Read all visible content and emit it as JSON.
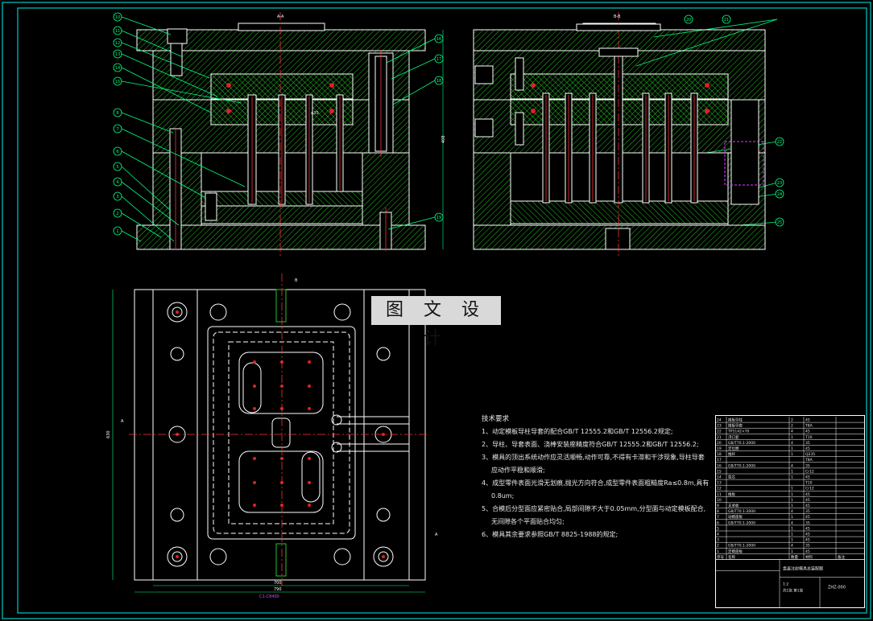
{
  "watermark": "图 文 设 计",
  "sections": {
    "front": "A-A",
    "side": "B-B"
  },
  "cut_marks": {
    "a": "A",
    "b": "B"
  },
  "dims": {
    "height": "408",
    "width_top": "700",
    "width_bottom": "790",
    "plan_left": "630",
    "plan_label": "C1-C8400",
    "front_center": "φ30"
  },
  "balloons_left": [
    "10",
    "11",
    "12",
    "13",
    "14",
    "15",
    "8",
    "7",
    "6",
    "5",
    "4",
    "3",
    "2",
    "1"
  ],
  "balloons_right_front": [
    "16",
    "17",
    "18"
  ],
  "balloons_side": [
    "20",
    "21",
    "22",
    "23",
    "24",
    "25"
  ],
  "notes": {
    "title": "技术要求",
    "items": [
      "1、动定模板导柱导套的配合GB/T 12555.2和GB/T 12556.2规定;",
      "2、导柱、导套表面、浇棒安装座精度符合GB/T 12555.2和GB/T 12556.2;",
      "3、模具的顶出系统动作应灵活顺畅,动作可靠,不得有卡滞和干涉现象,导柱导套",
      "应动作平稳和顺滑;",
      "4、成型零件表面光滑无划痕,抛光方向符合,成型零件表面粗糙度Ra≤0.8m,具有",
      "0.8um;",
      "5、合模后分型面应紧密贴合,局部间隙不大于0.05mm,分型面与动定模板配合,",
      "无间隙各个平面贴合均匀;",
      "6、模具其余要求参照GB/T 8825-1988的规定;"
    ]
  },
  "title_block": {
    "rows": [
      [
        "24",
        "推板导柱",
        "2",
        "45",
        ""
      ],
      [
        "23",
        "推板导套",
        "2",
        "T8A",
        ""
      ],
      [
        "22",
        "TP5142×70",
        "4",
        "45",
        ""
      ],
      [
        "21",
        "浇口套",
        "1",
        "T10",
        ""
      ],
      [
        "20",
        "GB/T70.1-2000",
        "4",
        "35",
        ""
      ],
      [
        "19",
        "定位圈",
        "1",
        "45",
        ""
      ],
      [
        "18",
        "推杆",
        "1",
        "Q235",
        ""
      ],
      [
        "17",
        "",
        "",
        "T8A",
        ""
      ],
      [
        "16",
        "GB/T70.1-2000",
        "4",
        "35",
        ""
      ],
      [
        "15",
        "",
        "1",
        "Cr12",
        ""
      ],
      [
        "14",
        "型芯",
        "1",
        "45",
        ""
      ],
      [
        "13",
        "",
        "",
        "T10",
        ""
      ],
      [
        "12",
        "",
        "1",
        "Cr12",
        ""
      ],
      [
        "11",
        "推板",
        "1",
        "45",
        ""
      ],
      [
        "10",
        "",
        "1",
        "45",
        ""
      ],
      [
        "9",
        "支承板",
        "1",
        "45",
        ""
      ],
      [
        "8",
        "GB/T70.1-2000",
        "4",
        "35",
        ""
      ],
      [
        "7",
        "动模座板",
        "1",
        "45",
        ""
      ],
      [
        "6",
        "GB/T70.1-2000",
        "4",
        "35",
        ""
      ],
      [
        "5",
        "",
        "1",
        "45",
        ""
      ],
      [
        "4",
        "",
        "1",
        "45",
        ""
      ],
      [
        "3",
        "",
        "1",
        "45",
        ""
      ],
      [
        "2",
        "GB/T70.1-2000",
        "4",
        "35",
        ""
      ],
      [
        "1",
        "定模座板",
        "1",
        "45",
        ""
      ]
    ],
    "header": [
      "序号",
      "名称",
      "数量",
      "材料",
      "备注"
    ],
    "drawing_title": "盒盖注射模具总装配图",
    "scale": "1:2",
    "sheet": "共1张 第1张",
    "code": "ZHZ-000"
  },
  "colors": {
    "line": "#ffffff",
    "hatch": "#2bbf2b",
    "center": "#ff3030",
    "dim": "#00ff80",
    "cyan": "#00e0e0",
    "magenta": "#e040ff",
    "yellow": "#ffff40"
  }
}
